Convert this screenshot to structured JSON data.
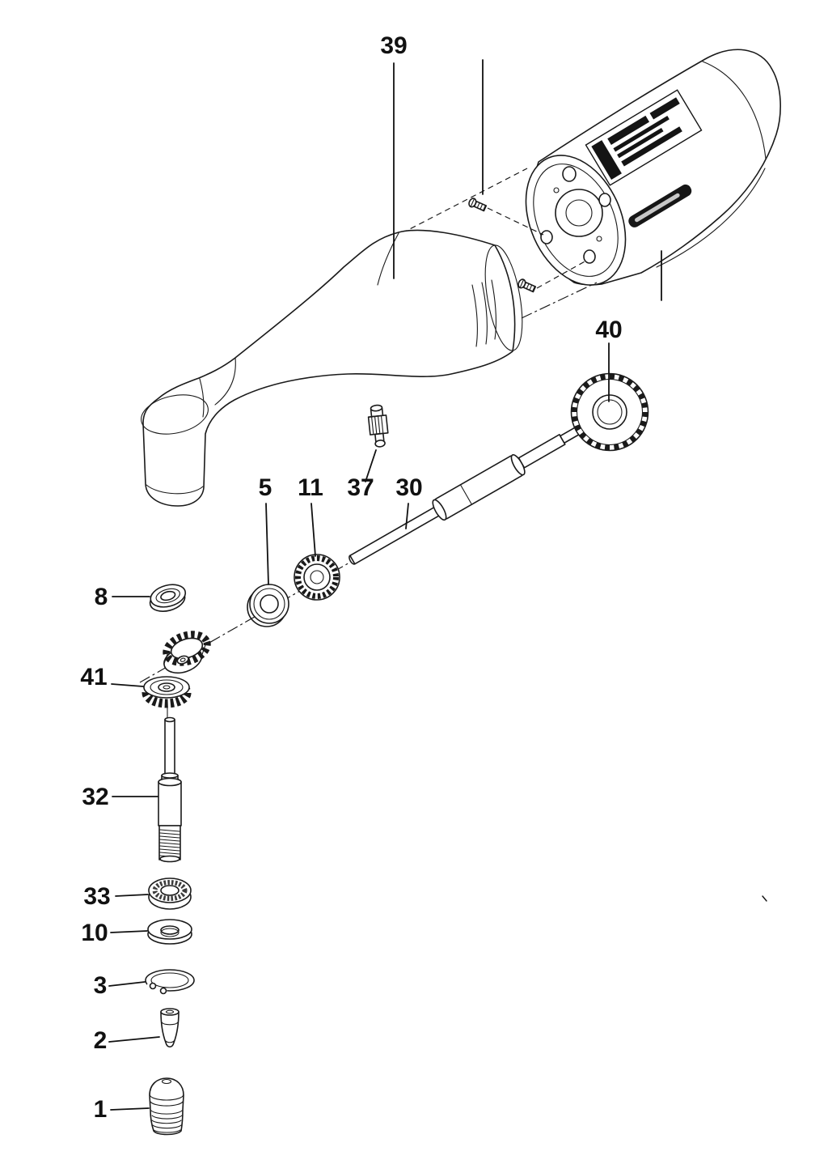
{
  "figure": {
    "kind": "exploded-parts-diagram",
    "background": "#ffffff",
    "line_color": "#1a1a1a"
  },
  "callouts": [
    {
      "num": "39"
    },
    {
      "num": "40"
    },
    {
      "num": "5"
    },
    {
      "num": "11"
    },
    {
      "num": "37"
    },
    {
      "num": "30"
    },
    {
      "num": "8"
    },
    {
      "num": "41"
    },
    {
      "num": "32"
    },
    {
      "num": "33"
    },
    {
      "num": "10"
    },
    {
      "num": "3"
    },
    {
      "num": "2"
    },
    {
      "num": "1"
    }
  ]
}
